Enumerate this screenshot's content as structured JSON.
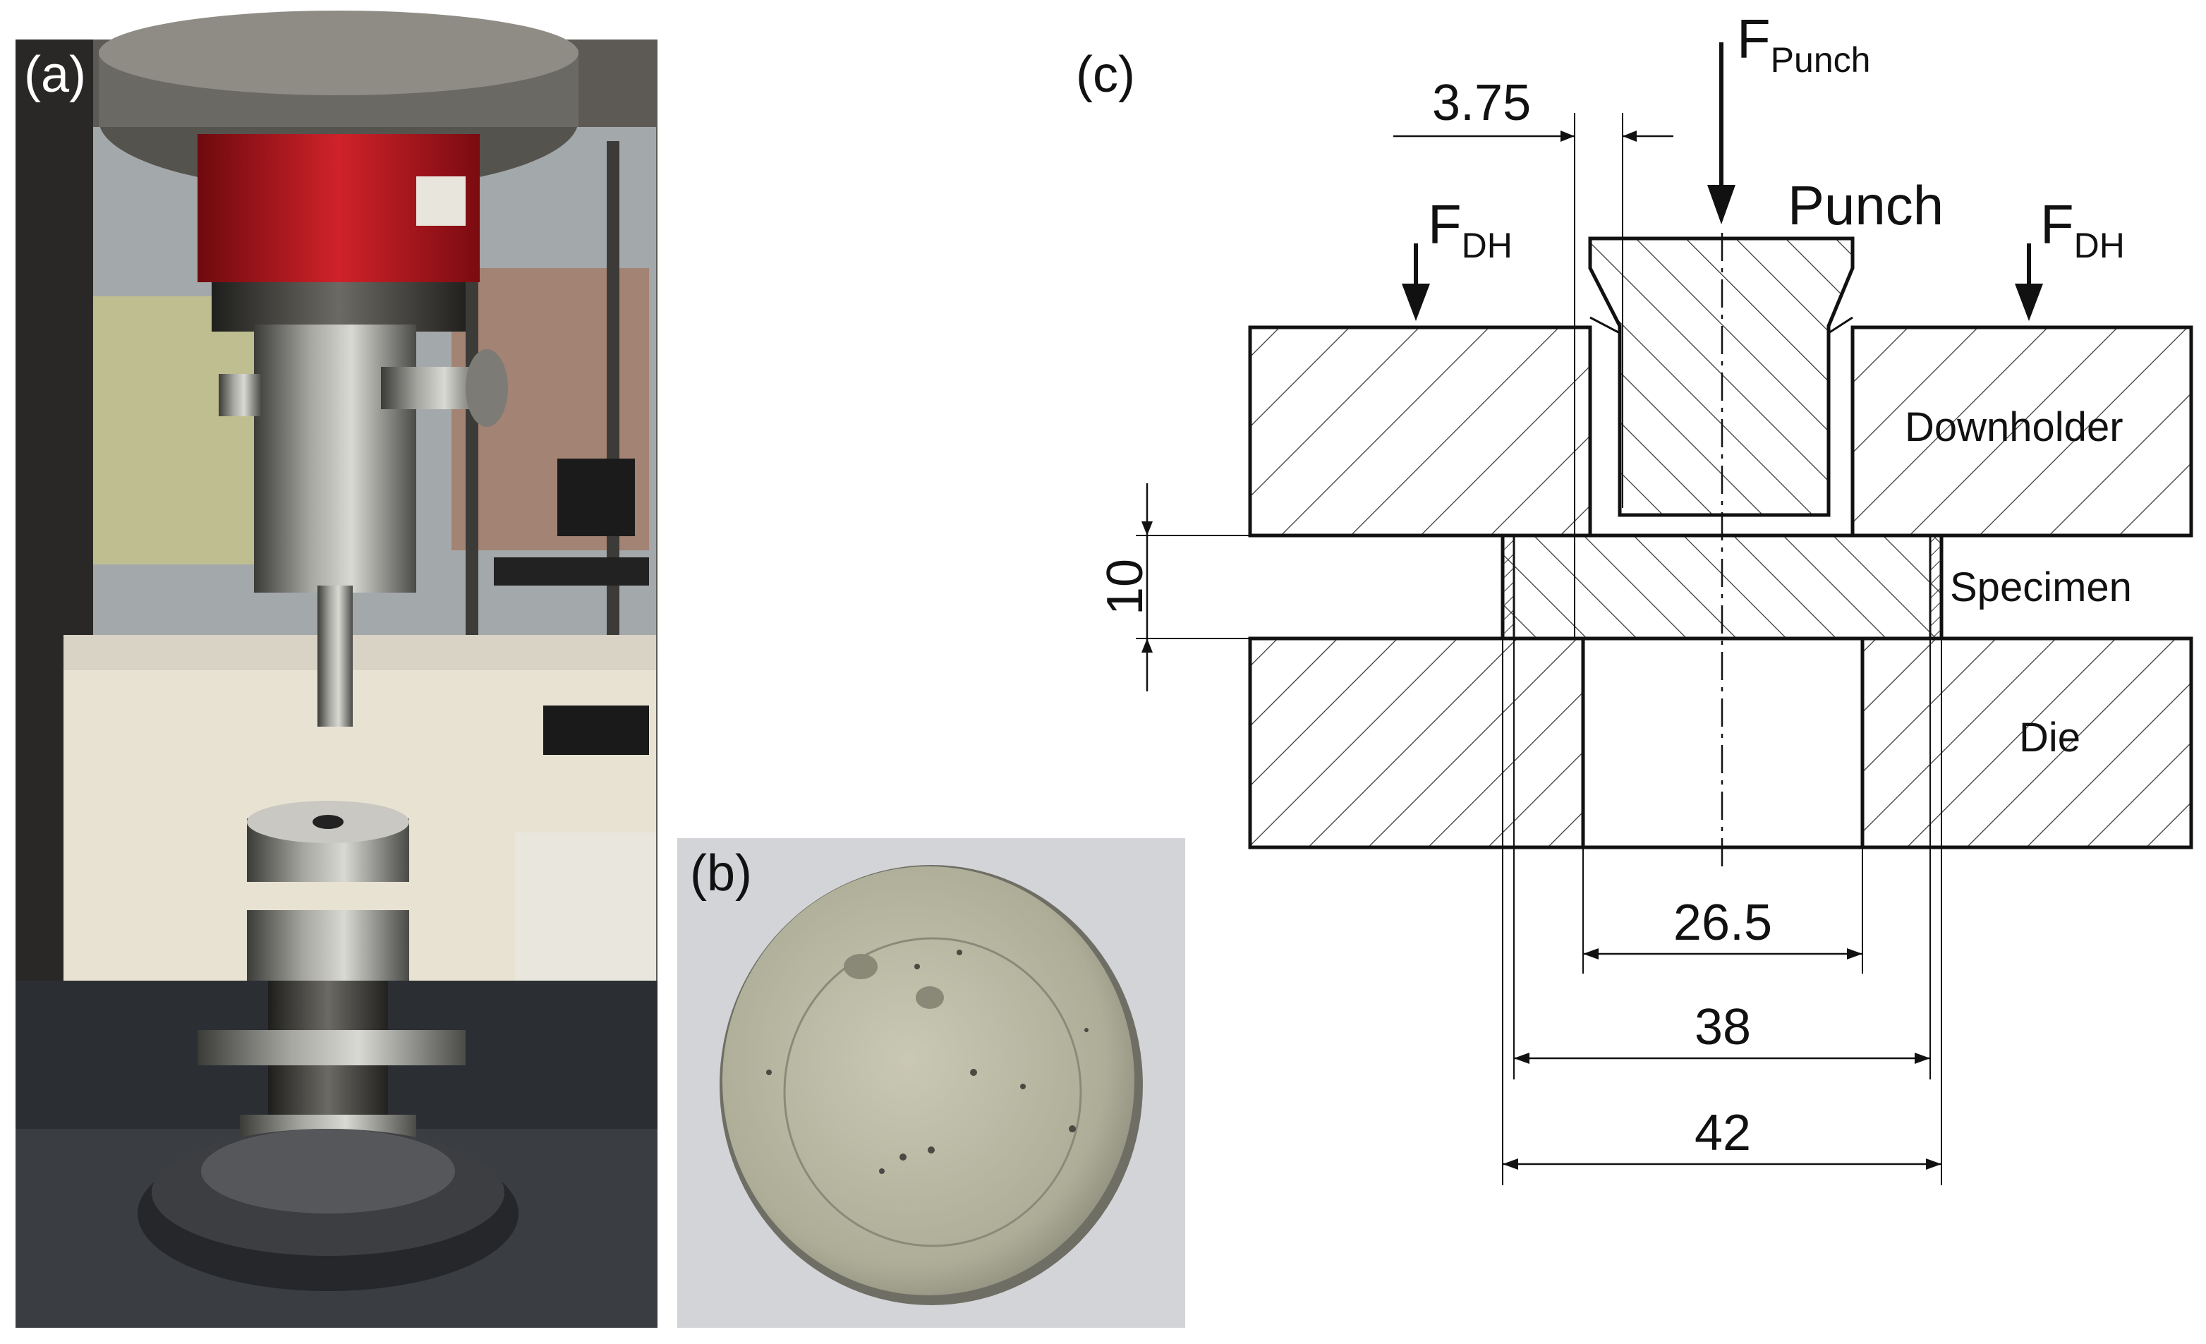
{
  "panels": {
    "a": {
      "label": "(a)"
    },
    "b": {
      "label": "(b)"
    },
    "c": {
      "label": "(c)"
    }
  },
  "forces": {
    "punch": {
      "main": "F",
      "sub": "Punch"
    },
    "downholder_left": {
      "main": "F",
      "sub": "DH"
    },
    "downholder_right": {
      "main": "F",
      "sub": "DH"
    }
  },
  "parts": {
    "punch": "Punch",
    "downholder": "Downholder",
    "specimen": "Specimen",
    "die": "Die"
  },
  "dimensions": {
    "clearance": "3.75",
    "thickness": "10",
    "die_opening": "26.5",
    "inner_diameter": "38",
    "outer_diameter": "42"
  },
  "colors": {
    "ink": "#111111",
    "hatch": "#333333",
    "frame_red": "#b5121b",
    "steel": "#8a8a86",
    "specimen_metal": "#b8b8a2"
  }
}
